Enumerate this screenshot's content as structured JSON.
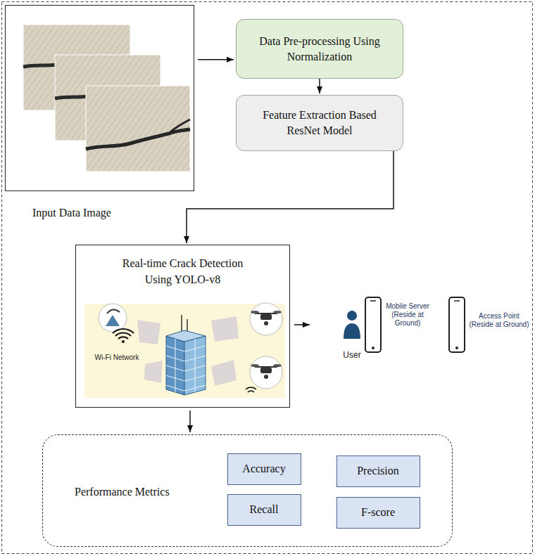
{
  "diagram": {
    "nodes": [
      {
        "text": [
          "Input Data Image"
        ]
      },
      {
        "text": [
          "Data Pre-processing Using Normalization"
        ]
      },
      {
        "text": [
          "Feature Extraction Based ResNet Model"
        ]
      },
      {
        "text": [
          "Real-time Crack Detection Using YOLO-v8"
        ]
      },
      {
        "text": [
          "Performance Metrics"
        ]
      },
      {
        "text": [
          "Accuracy"
        ],
        "in": 4
      },
      {
        "text": [
          "Precision"
        ],
        "in": 4
      },
      {
        "text": [
          "Recall"
        ],
        "in": 4
      },
      {
        "text": [
          "F-score"
        ],
        "in": 4
      }
    ],
    "edges": [
      {
        "from": 0,
        "to": 1,
        "arrow": "to"
      },
      {
        "from": 1,
        "to": 2,
        "arrow": "to"
      },
      {
        "from": 2,
        "to": 3,
        "arrow": "to"
      },
      {
        "from": 3,
        "to": 4,
        "arrow": "to"
      }
    ],
    "labels": [
      "Wi-Fi Network",
      "User",
      "Mobile Server (Reside at Ground)",
      "Access Point (Reside at Ground)"
    ]
  }
}
